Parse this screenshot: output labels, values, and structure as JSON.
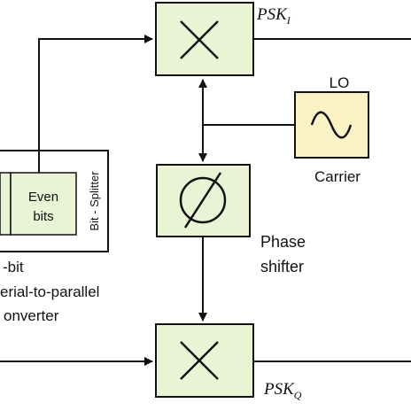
{
  "labels": {
    "psk_i": "PSK",
    "psk_i_sub": "I",
    "psk_q": "PSK",
    "psk_q_sub": "Q",
    "lo": "LO",
    "carrier": "Carrier",
    "phase_shifter_line1": "Phase",
    "phase_shifter_line2": "shifter",
    "even_bits_line1": "Even",
    "even_bits_line2": "bits",
    "bit_splitter": "Bit - Splitter",
    "converter_line1": "-bit",
    "converter_line2": "erial-to-parallel",
    "converter_line3": "onverter"
  },
  "colors": {
    "block_fill": "#eaf4d4",
    "lo_fill": "#fbf3c6",
    "stroke": "#111111"
  },
  "icons": {
    "mixer": "multiply-x",
    "phase": "null-phi",
    "oscillator": "sine-wave"
  }
}
